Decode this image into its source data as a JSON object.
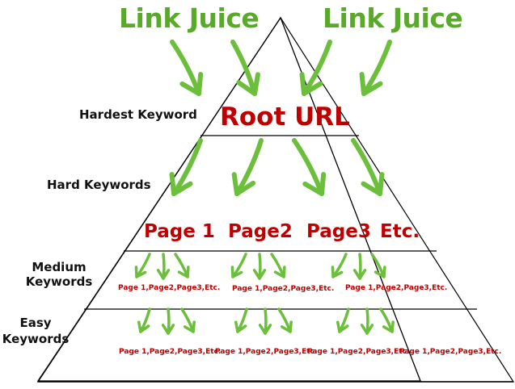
{
  "title_labels": {
    "left": "Link Juice",
    "right": "Link Juice"
  },
  "levels": [
    {
      "label": "Hardest Keyword"
    },
    {
      "label": "Hard Keywords"
    },
    {
      "label": "Medium Keywords",
      "line1": "Medium",
      "line2": "Keywords"
    },
    {
      "label": "Easy Keywords",
      "line1": "Easy",
      "line2": "Keywords"
    }
  ],
  "root": "Root URL",
  "pages": [
    "Page 1",
    "Page2",
    "Page3",
    "Etc."
  ],
  "medium_subpages": [
    "Page 1,Page2,Page3,Etc.",
    "Page 1,Page2,Page3,Etc.",
    "Page 1,Page2,Page3,Etc."
  ],
  "easy_subpages": [
    "Page 1,Page2,Page3,Etc.",
    "Page 1,Page2,Page3,Etc.",
    "Page 1,Page2,Page3,Etc.",
    "Page 1,Page2,Page3,Etc."
  ],
  "colors": {
    "juice": "#5aaa2a",
    "arrows": "#6bbf3a",
    "red_text": "#c00000",
    "lines": "#000000"
  }
}
